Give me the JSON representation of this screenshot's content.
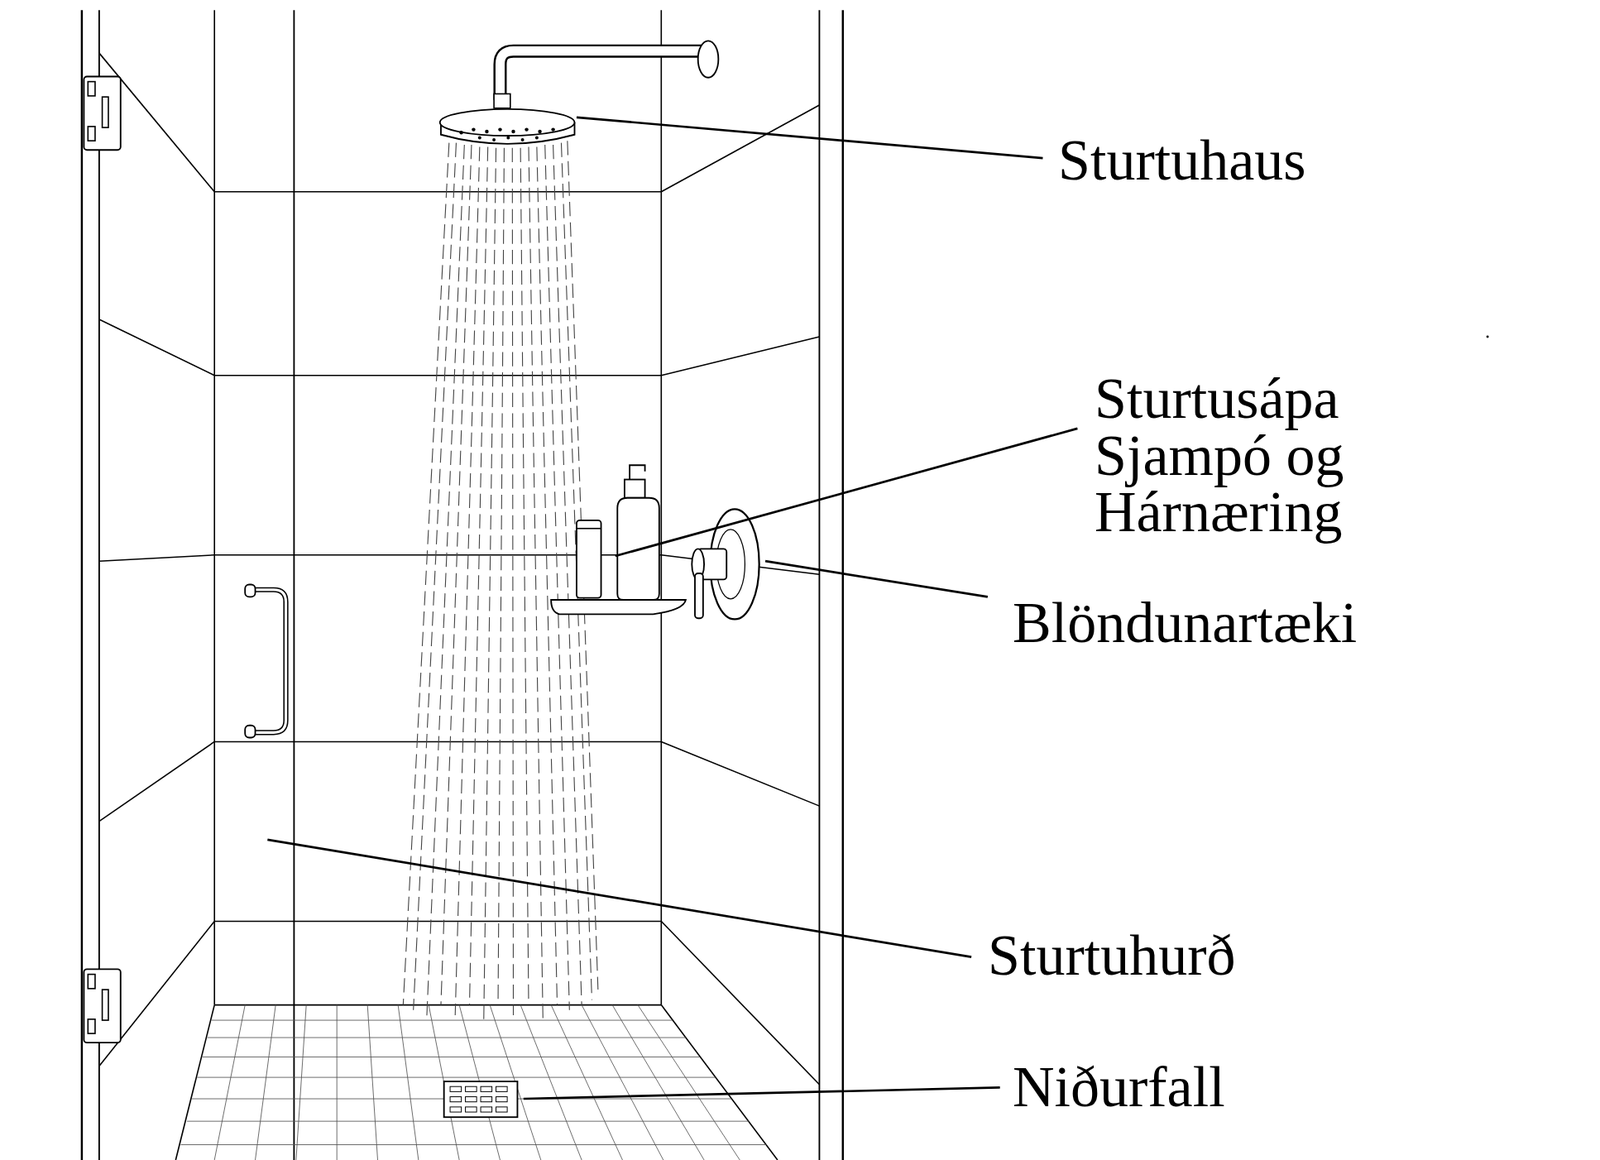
{
  "diagram": {
    "labels": [
      "Sturtuhaus",
      "Sturtusápa Sjampó og Hárnæring",
      "Blöndunartæki",
      "Sturtuhurð",
      "Niðurfall"
    ]
  }
}
